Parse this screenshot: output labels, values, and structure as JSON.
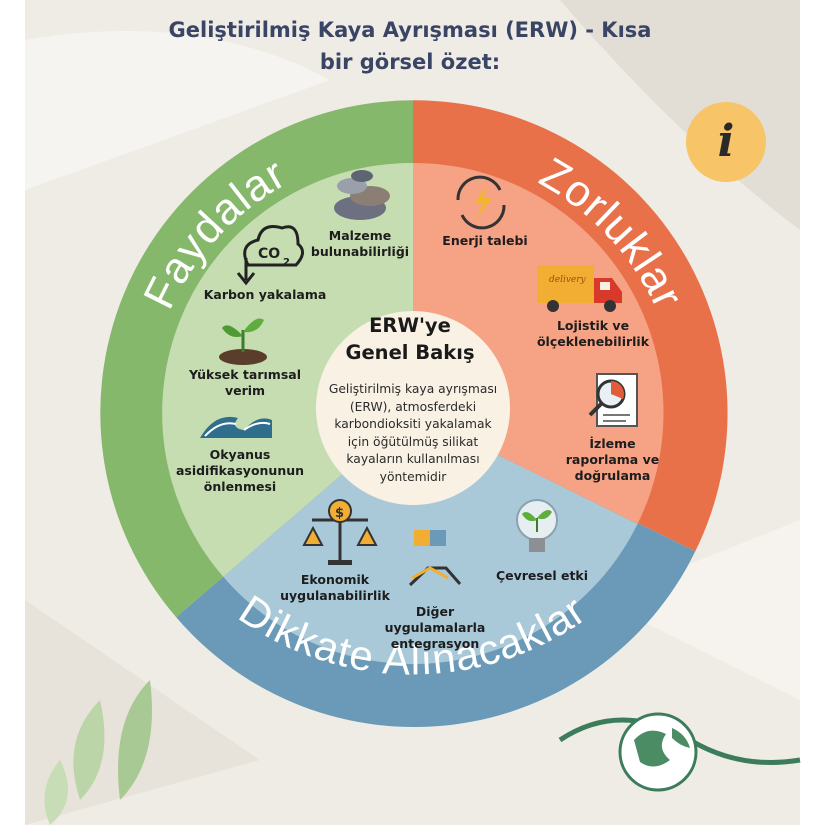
{
  "title": {
    "line1": "Geliştirilmiş Kaya Ayrışması (ERW) - Kısa",
    "line2": "bir görsel özet:"
  },
  "info_badge": "i",
  "center": {
    "title_line1": "ERW'ye",
    "title_line2": "Genel Bakış",
    "desc_lines": [
      "Geliştirilmiş kaya ayrışması",
      "(ERW), atmosferdeki",
      "karbondioksiti yakalamak",
      "için öğütülmüş silikat",
      "kayaların kullanılması",
      "yöntemidir"
    ]
  },
  "sections": {
    "benefits": {
      "title": "Faydalar",
      "outer_color": "#86b86b",
      "inner_color": "#c6ddb1",
      "items": [
        {
          "lines": [
            "Malzeme",
            "bulunabilirliği"
          ],
          "icon": "rock-pile-icon"
        },
        {
          "lines": [
            "Karbon yakalama"
          ],
          "icon": "co2-cloud-icon"
        },
        {
          "lines": [
            "Yüksek tarımsal",
            "verim"
          ],
          "icon": "sprout-icon"
        },
        {
          "lines": [
            "Okyanus",
            "asidifikasyonunun",
            "önlenmesi"
          ],
          "icon": "wave-icon"
        }
      ]
    },
    "challenges": {
      "title": "Zorluklar",
      "outer_color": "#e9714a",
      "inner_color": "#f6a284",
      "items": [
        {
          "lines": [
            "Enerji talebi"
          ],
          "icon": "energy-cycle-icon"
        },
        {
          "lines": [
            "Lojistik ve",
            "ölçeklenebilirlik"
          ],
          "icon": "delivery-truck-icon"
        },
        {
          "lines": [
            "İzleme",
            "raporlama ve",
            "doğrulama"
          ],
          "icon": "report-magnifier-icon"
        }
      ]
    },
    "considerations": {
      "title": "Dikkate Alınacaklar",
      "outer_color": "#6a9ab7",
      "inner_color": "#a9c9d9",
      "items": [
        {
          "lines": [
            "Ekonomik",
            "uygulanabilirlik"
          ],
          "icon": "scale-dollar-icon"
        },
        {
          "lines": [
            "Diğer",
            "uygulamalarla",
            "entegrasyon"
          ],
          "icon": "puzzle-handshake-icon"
        },
        {
          "lines": [
            "Çevresel etki"
          ],
          "icon": "lightbulb-plant-icon"
        }
      ]
    }
  },
  "colors": {
    "title": "#3a4566",
    "center_fill": "#f8f1e4",
    "info_badge": "#f7c467",
    "background": "#eeebe4"
  }
}
